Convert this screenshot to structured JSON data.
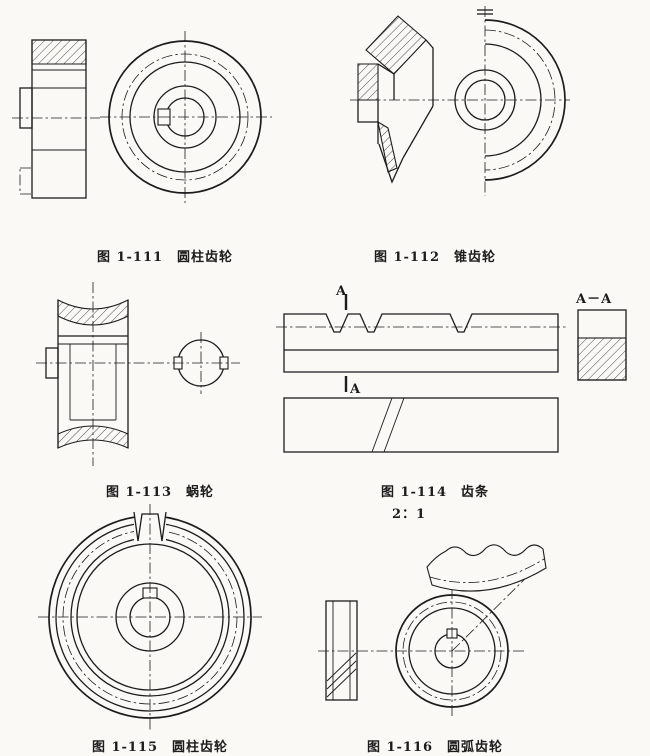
{
  "page": {
    "background": "#faf9f6",
    "line_color": "#1c1c1c"
  },
  "figures": [
    {
      "id": "1-111",
      "caption": "图 1-111　圆柱齿轮"
    },
    {
      "id": "1-112",
      "caption": "图 1-112　锥齿轮"
    },
    {
      "id": "1-113",
      "caption": "图 1-113　蜗轮"
    },
    {
      "id": "1-114",
      "caption": "图 1-114　齿条"
    },
    {
      "id": "1-115",
      "caption": "图 1-115　圆柱齿轮"
    },
    {
      "id": "1-116",
      "caption": "图 1-116　圆弧齿轮"
    }
  ],
  "annotations": {
    "section_view_label": "A－A",
    "section_cut_top": "A",
    "section_cut_bottom": "A",
    "detail_scale": "2：1"
  }
}
